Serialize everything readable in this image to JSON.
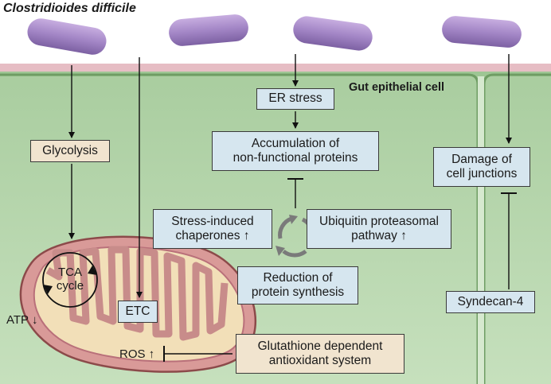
{
  "organism_label": "Clostridioides difficile",
  "cell_label": "Gut epithelial cell",
  "boxes": {
    "glycolysis": "Glycolysis",
    "etc": "ETC",
    "er_stress": "ER stress",
    "accumulation": [
      "Accumulation of",
      "non-functional proteins"
    ],
    "chaperones": [
      "Stress-induced",
      "chaperones ↑"
    ],
    "ubiquitin": [
      "Ubiquitin proteasomal",
      "pathway ↑"
    ],
    "reduction": [
      "Reduction of",
      "protein synthesis"
    ],
    "damage": [
      "Damage of",
      "cell junctions"
    ],
    "syndecan": "Syndecan-4",
    "glutathione": [
      "Glutathione dependent",
      "antioxidant system"
    ]
  },
  "mito_labels": {
    "tca": [
      "TCA",
      "cycle"
    ],
    "atp": "ATP ↓",
    "ros": "ROS ↑"
  },
  "colors": {
    "cytoplasm": "#b9d8b0",
    "membrane": "#e3b8c0",
    "bacterium": "#a98bc8",
    "mitochondrion": "#d99a98",
    "box_blue": "#d6e6ef",
    "box_tan": "#f1e4cf"
  }
}
